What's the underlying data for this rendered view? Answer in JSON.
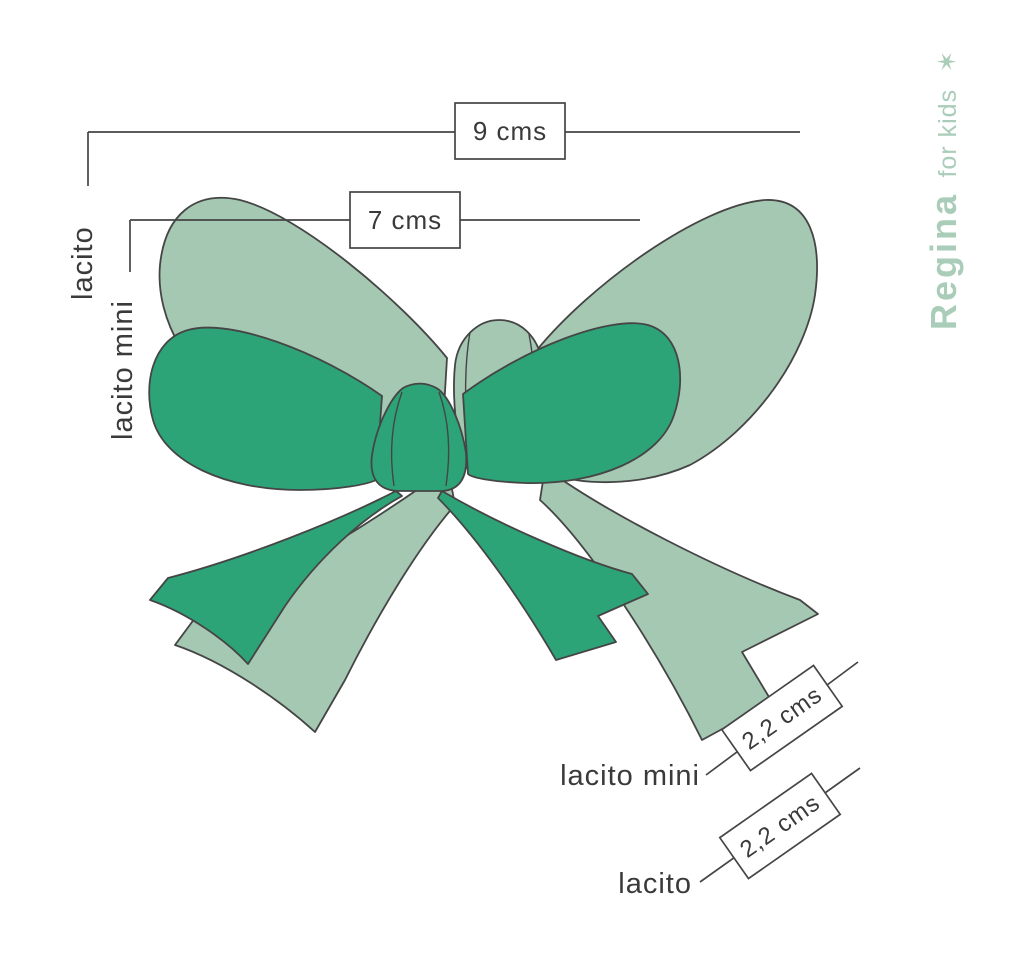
{
  "logo": {
    "brand": "Regina",
    "suffix": "for kids",
    "star": "✶"
  },
  "annotations": {
    "top_width": {
      "value": "9 cms",
      "label": "lacito"
    },
    "mini_width": {
      "value": "7 cms",
      "label": "lacito mini"
    },
    "mini_ribbon": {
      "value": "2,2 cms",
      "label": "lacito mini"
    },
    "ribbon": {
      "value": "2,2 cms",
      "label": "lacito"
    }
  },
  "bows": [
    {
      "name": "lacito",
      "color": "#a5c8b2",
      "width": "9 cms",
      "ribbon_width": "2,2 cms"
    },
    {
      "name": "lacito mini",
      "color": "#2da478",
      "width": "7 cms",
      "ribbon_width": "2,2 cms"
    }
  ],
  "colors": {
    "light_bow": "#a5c8b2",
    "dark_bow": "#2da478",
    "outline": "#454545",
    "text": "#3a3a3a",
    "logo": "#a9cdb9"
  }
}
